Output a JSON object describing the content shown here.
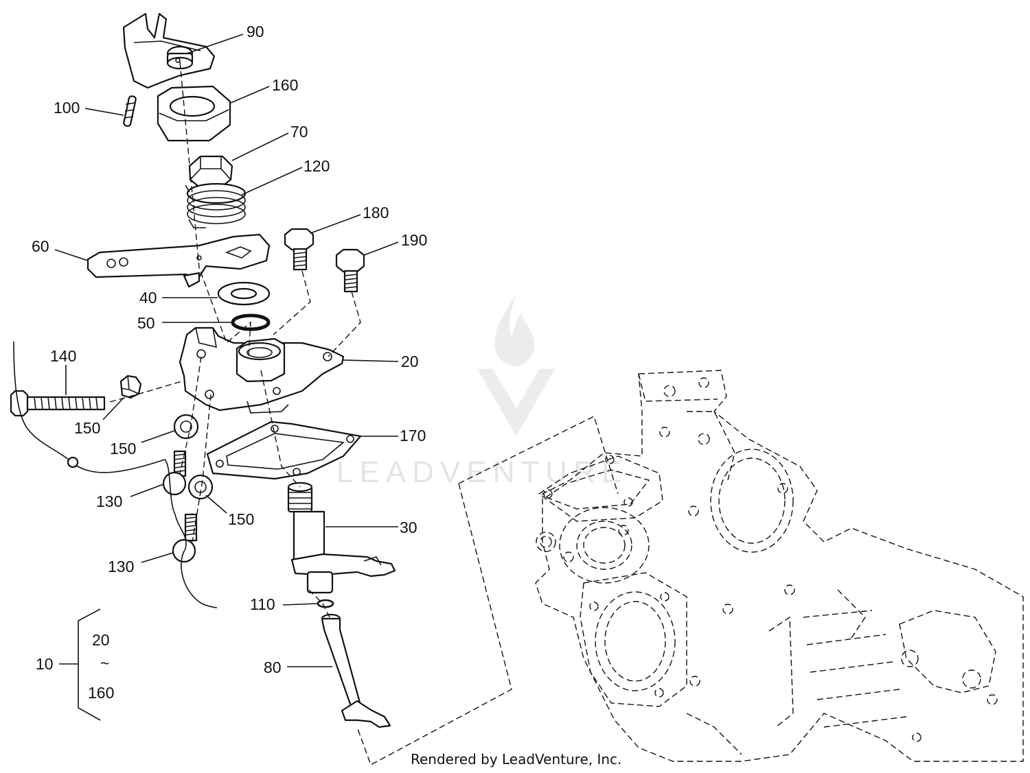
{
  "watermark": {
    "brand": "LEADVENTURE"
  },
  "credit": "Rendered by LeadVenture, Inc.",
  "callouts": [
    {
      "id": "c90",
      "label": "90"
    },
    {
      "id": "c160",
      "label": "160"
    },
    {
      "id": "c100",
      "label": "100"
    },
    {
      "id": "c70",
      "label": "70"
    },
    {
      "id": "c120",
      "label": "120"
    },
    {
      "id": "c180",
      "label": "180"
    },
    {
      "id": "c190",
      "label": "190"
    },
    {
      "id": "c60",
      "label": "60"
    },
    {
      "id": "c40",
      "label": "40"
    },
    {
      "id": "c50",
      "label": "50"
    },
    {
      "id": "c140",
      "label": "140"
    },
    {
      "id": "c20",
      "label": "20"
    },
    {
      "id": "c150a",
      "label": "150"
    },
    {
      "id": "c150b",
      "label": "150"
    },
    {
      "id": "c170",
      "label": "170"
    },
    {
      "id": "c130a",
      "label": "130"
    },
    {
      "id": "c150c",
      "label": "150"
    },
    {
      "id": "c30",
      "label": "30"
    },
    {
      "id": "c130b",
      "label": "130"
    },
    {
      "id": "c110",
      "label": "110"
    },
    {
      "id": "c80",
      "label": "80"
    }
  ],
  "assembly_group": {
    "label": "10",
    "range_from": "20",
    "range_sep": "~",
    "range_to": "160"
  }
}
